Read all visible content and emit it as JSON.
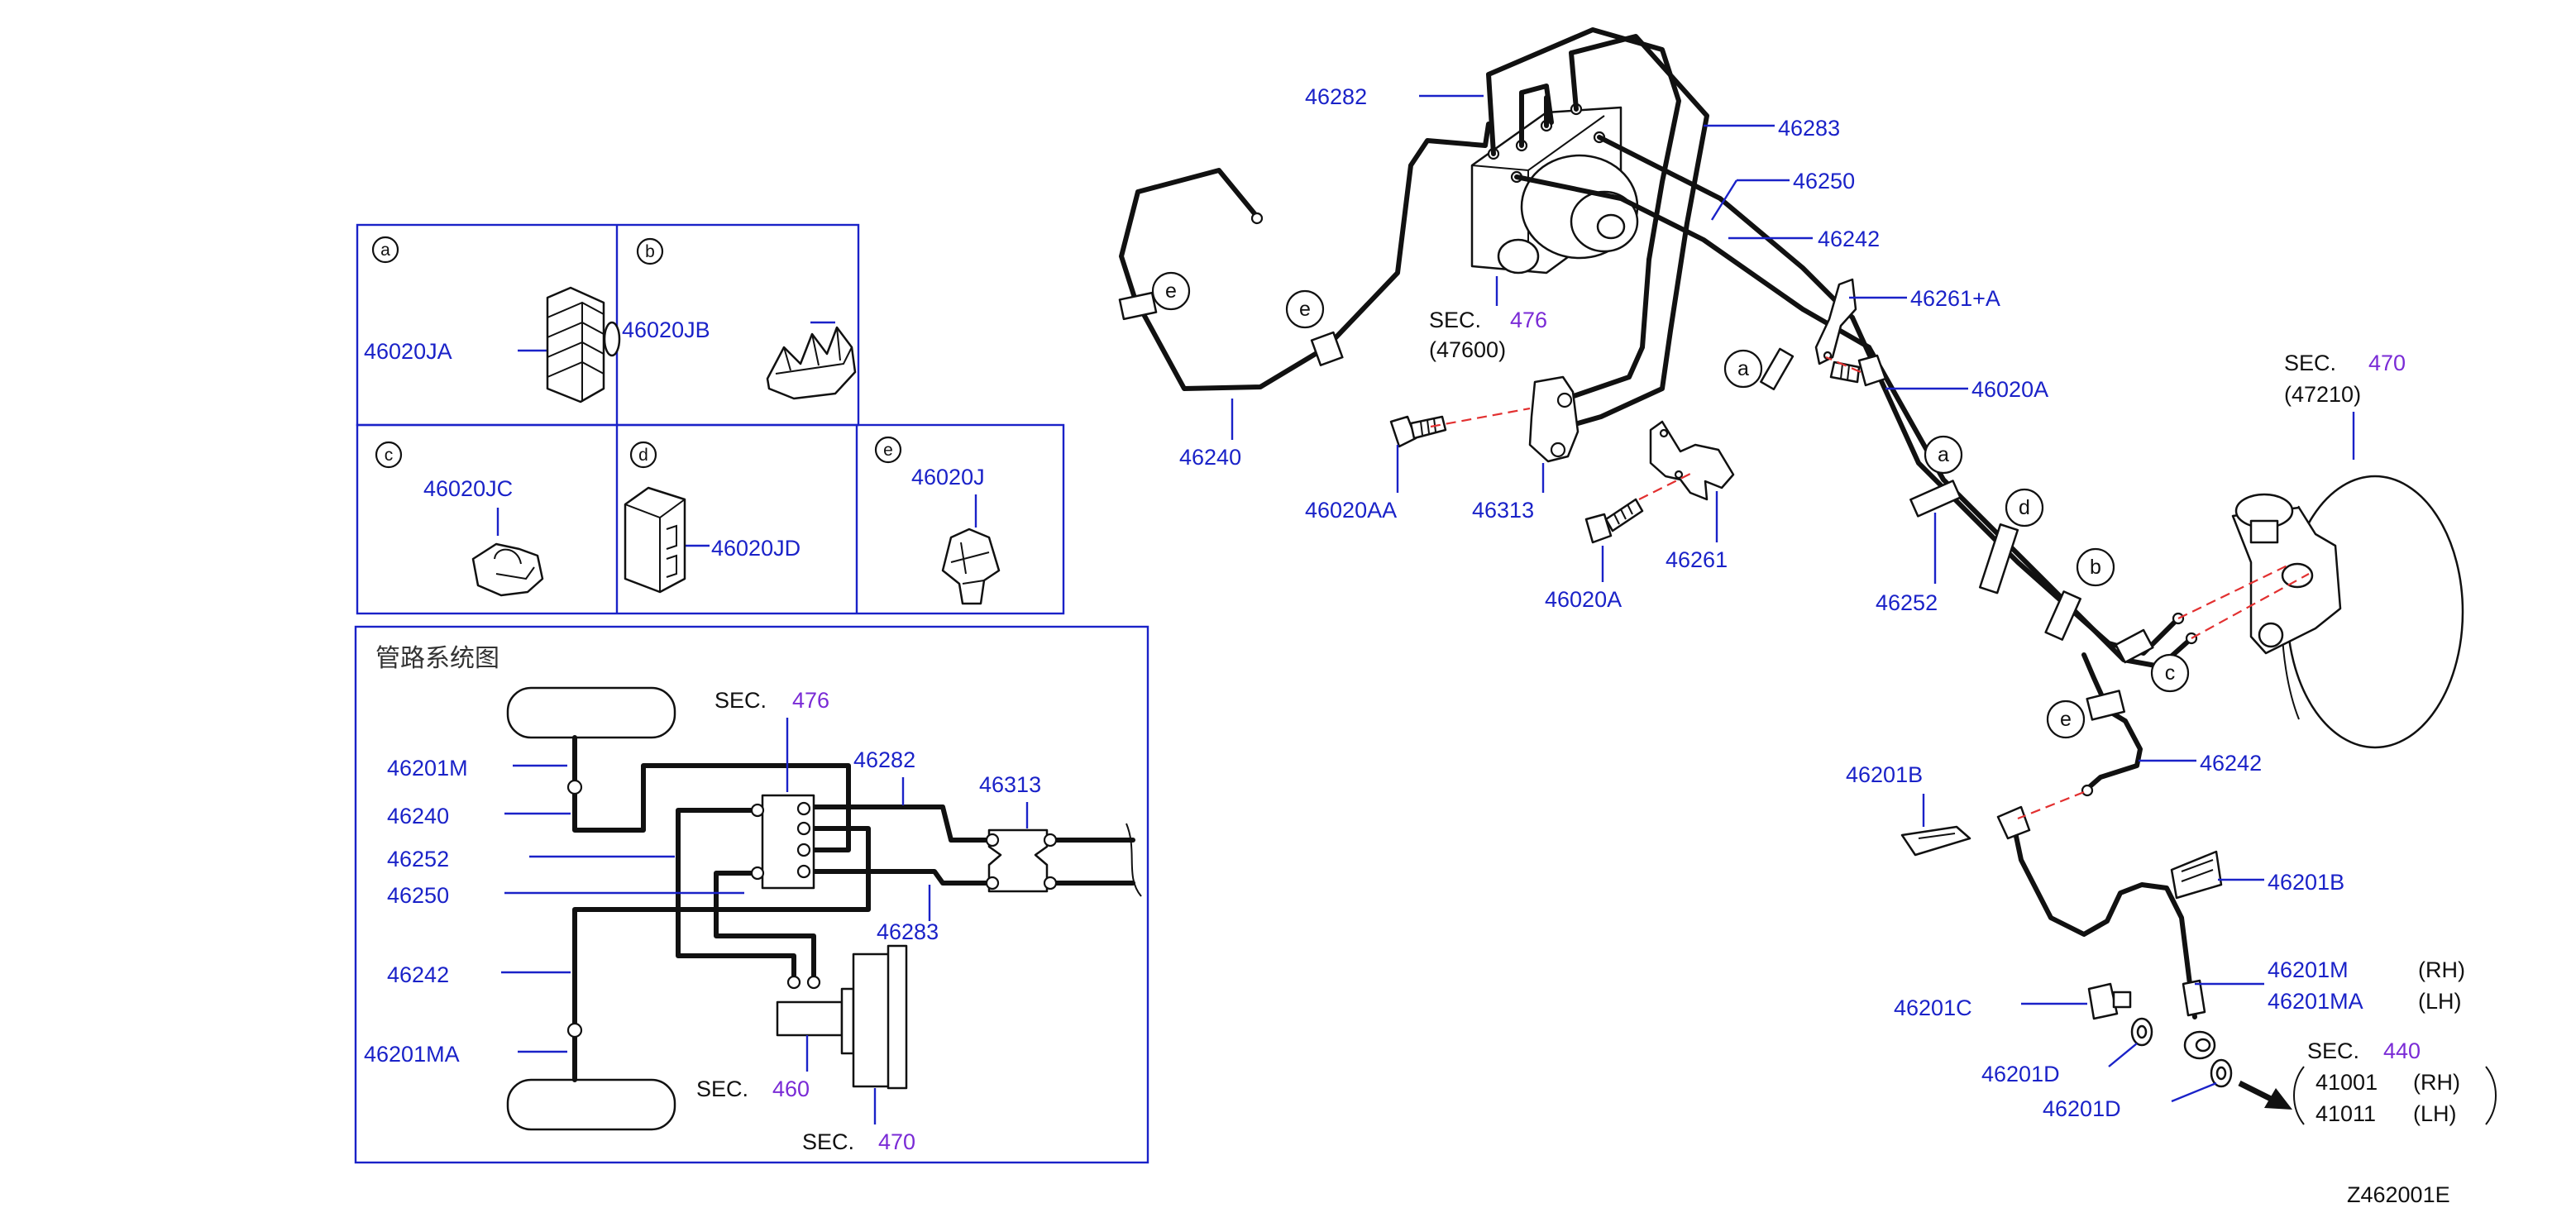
{
  "diagram_code": "Z462001E",
  "inset_title": "管路系统图",
  "clip_key": [
    {
      "letter": "a",
      "part": "46020JA"
    },
    {
      "letter": "b",
      "part": "46020JB"
    },
    {
      "letter": "c",
      "part": "46020JC"
    },
    {
      "letter": "d",
      "part": "46020JD"
    },
    {
      "letter": "e",
      "part": "46020J"
    }
  ],
  "schematic_labels": {
    "hose_top": "46201M",
    "tube_top": "46240",
    "tube_mid1": "46252",
    "tube_mid2": "46250",
    "tube_bottom": "46242",
    "hose_bottom": "46201MA",
    "actuator_sec_prefix": "SEC.",
    "actuator_sec_num": "476",
    "tube_282": "46282",
    "connector": "46313",
    "tube_283": "46283",
    "mc_sec_prefix": "SEC.",
    "mc_sec_num": "460",
    "booster_sec_prefix": "SEC.",
    "booster_sec_num": "470"
  },
  "main_labels": {
    "p46282": "46282",
    "p46283": "46283",
    "p46250": "46250",
    "p46242_top": "46242",
    "p46261a": "46261+A",
    "p46020a_right": "46020A",
    "sec476_prefix": "SEC.",
    "sec476_num": "476",
    "sec476_sub": "(47600)",
    "p46240": "46240",
    "p46020aa": "46020AA",
    "p46313": "46313",
    "p46020a_left": "46020A",
    "p46261": "46261",
    "p46252": "46252",
    "sec470_prefix": "SEC.",
    "sec470_num": "470",
    "sec470_sub": "(47210)",
    "p46242_low": "46242",
    "p46201b_top": "46201B",
    "p46201b_right": "46201B",
    "p46201m": "46201M",
    "p46201m_side": "(RH)",
    "p46201ma": "46201MA",
    "p46201ma_side": "(LH)",
    "p46201c": "46201C",
    "p46201d_1": "46201D",
    "p46201d_2": "46201D",
    "sec440_prefix": "SEC.",
    "sec440_num": "440",
    "p41001": "41001",
    "p41001_side": "(RH)",
    "p41011": "41011",
    "p41011_side": "(LH)"
  },
  "callouts": {
    "e1": "e",
    "e2": "e",
    "a1": "a",
    "a2": "a",
    "d1": "d",
    "b1": "b",
    "c1": "c",
    "e3": "e"
  },
  "colors": {
    "label": "#1a22c8",
    "section": "#7a2bd6",
    "dashed": "#e23030",
    "line": "#111111"
  }
}
